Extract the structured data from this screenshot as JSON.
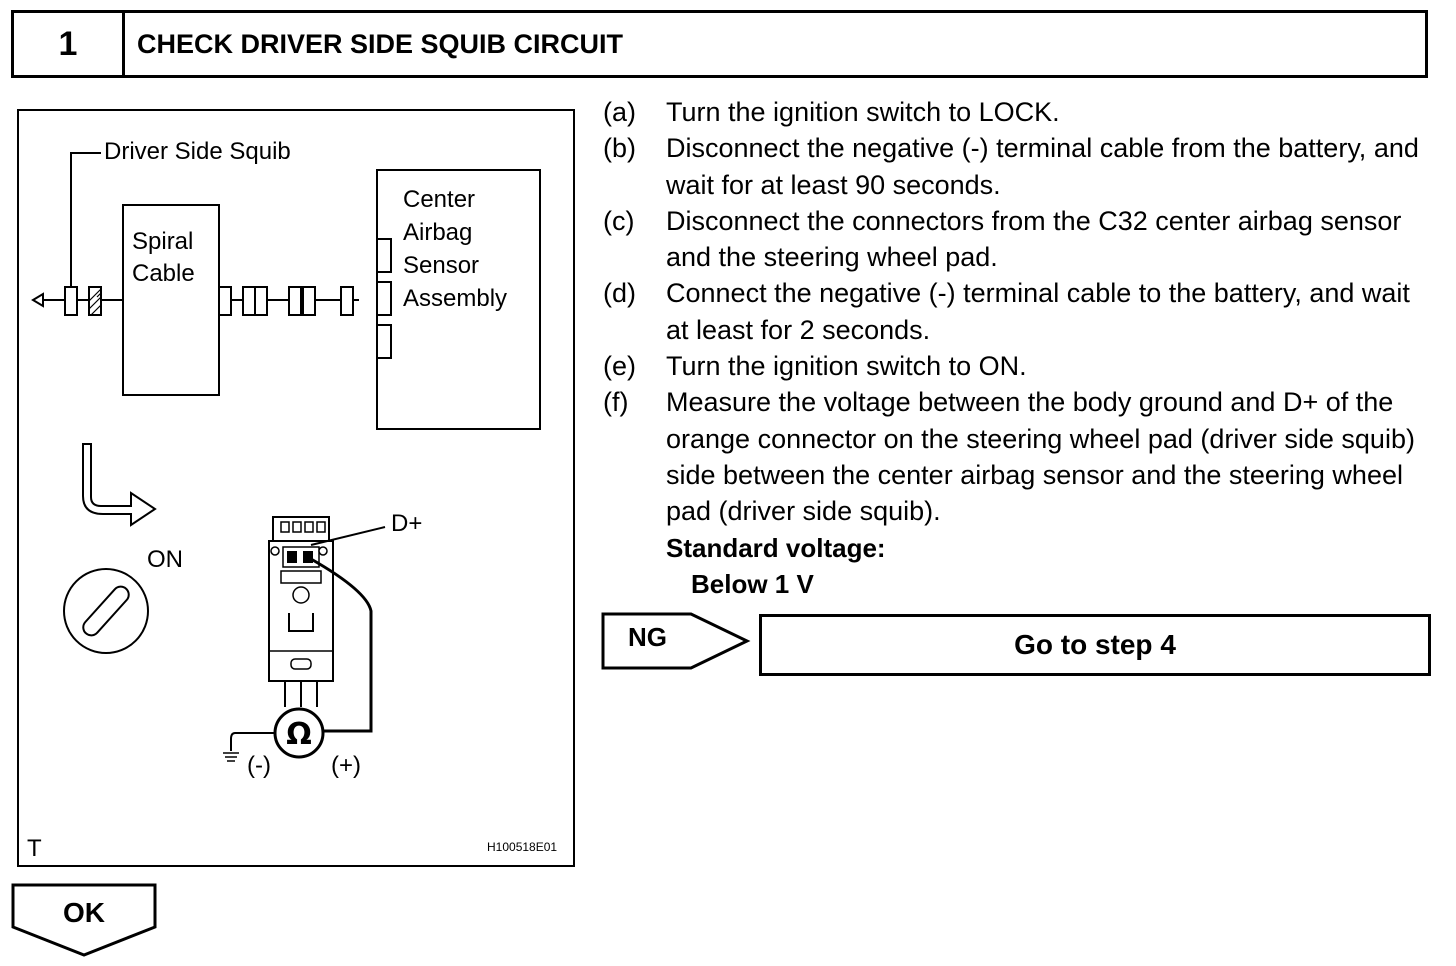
{
  "header": {
    "step_number": "1",
    "title": "CHECK DRIVER SIDE SQUIB CIRCUIT"
  },
  "figure": {
    "squib_label": "Driver Side Squib",
    "spiral_label_1": "Spiral",
    "spiral_label_2": "Cable",
    "sensor_label_1": "Center",
    "sensor_label_2": "Airbag",
    "sensor_label_3": "Sensor",
    "sensor_label_4": "Assembly",
    "on_label": "ON",
    "dplus_label": "D+",
    "meter_symbol": "Ω",
    "minus_label": "(-)",
    "plus_label": "(+)",
    "corner_mark": "T",
    "figure_id": "H100518E01"
  },
  "steps": [
    {
      "letter": "(a)",
      "text": "Turn the ignition switch to LOCK."
    },
    {
      "letter": "(b)",
      "text": "Disconnect the negative (-) terminal cable from the battery, and wait for at least 90 seconds."
    },
    {
      "letter": "(c)",
      "text": "Disconnect the connectors from the C32 center airbag sensor and the steering wheel pad."
    },
    {
      "letter": "(d)",
      "text": "Connect the negative (-) terminal cable to the battery, and wait at least for 2 seconds."
    },
    {
      "letter": "(e)",
      "text": "Turn the ignition switch to ON."
    },
    {
      "letter": "(f)",
      "text": "Measure the voltage between the body ground and D+ of the orange connector on the steering wheel pad (driver side squib) side between the center airbag sensor and the steering wheel pad (driver side squib)."
    }
  ],
  "standard": {
    "label": "Standard voltage:",
    "value": "Below 1 V"
  },
  "result_ng": {
    "label": "NG",
    "action": "Go to step 4"
  },
  "result_ok": {
    "label": "OK"
  }
}
